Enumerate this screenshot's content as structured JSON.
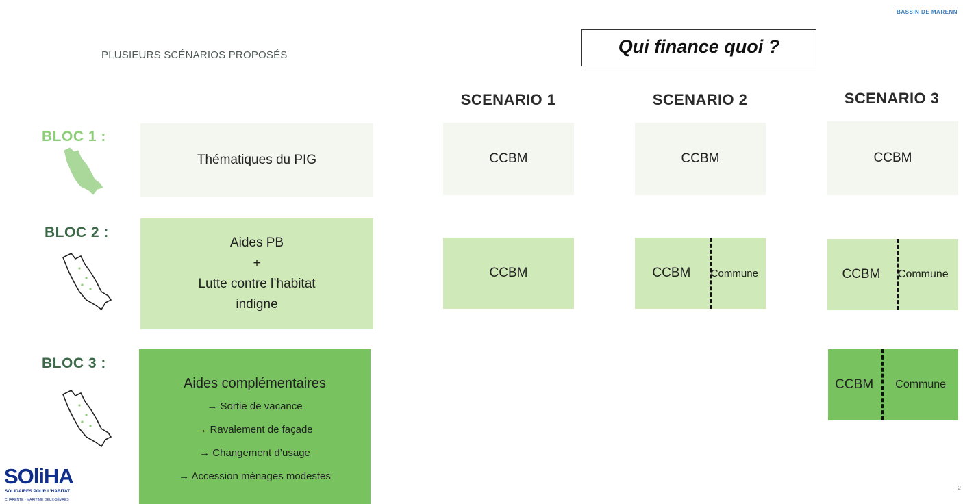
{
  "header": {
    "top_right_label": "BASSIN DE MARENN",
    "subtitle": "PLUSIEURS SCÉNARIOS PROPOSÉS",
    "title": "Qui finance quoi ?"
  },
  "scenarios": [
    "SCENARIO 1",
    "SCENARIO 2",
    "SCENARIO 3"
  ],
  "blocs": [
    {
      "label": "BLOC 1 :",
      "content": [
        "Thématiques du PIG"
      ],
      "map_icon": "filled-map-icon"
    },
    {
      "label": "BLOC 2 :",
      "content": [
        "Aides PB",
        "+",
        "Lutte contre l’habitat",
        "indigne"
      ],
      "map_icon": "outline-map-icon"
    },
    {
      "label": "BLOC 3 :",
      "title": "Aides complémentaires",
      "items": [
        "→ Sortie de vacance",
        "→ Ravalement de façade",
        "→ Changement d’usage",
        "→ Accession ménages modestes"
      ],
      "map_icon": "outline-map-icon"
    }
  ],
  "cells": {
    "s1_b1": "CCBM",
    "s2_b1": "CCBM",
    "s3_b1": "CCBM",
    "s1_b2": "CCBM",
    "s2_b2_left": "CCBM",
    "s2_b2_right": "Commune",
    "s3_b2_left": "CCBM",
    "s3_b2_right": "Commune",
    "s3_b3_left": "CCBM",
    "s3_b3_right": "Commune"
  },
  "logo": {
    "name": "SOliHA",
    "tagline": "SOLIDAIRES POUR L’HABITAT",
    "region": "CHARENTE - MARITIME DEUX-SÈVRES"
  },
  "page_mark": "2",
  "colors": {
    "pale_green": "#f3f7ef",
    "mid_green": "#cfeab8",
    "strong_green": "#78c360",
    "bloc_label": "#3c6a49",
    "bloc_label_light": "#8fce79",
    "logo_blue": "#0f2f8a"
  }
}
